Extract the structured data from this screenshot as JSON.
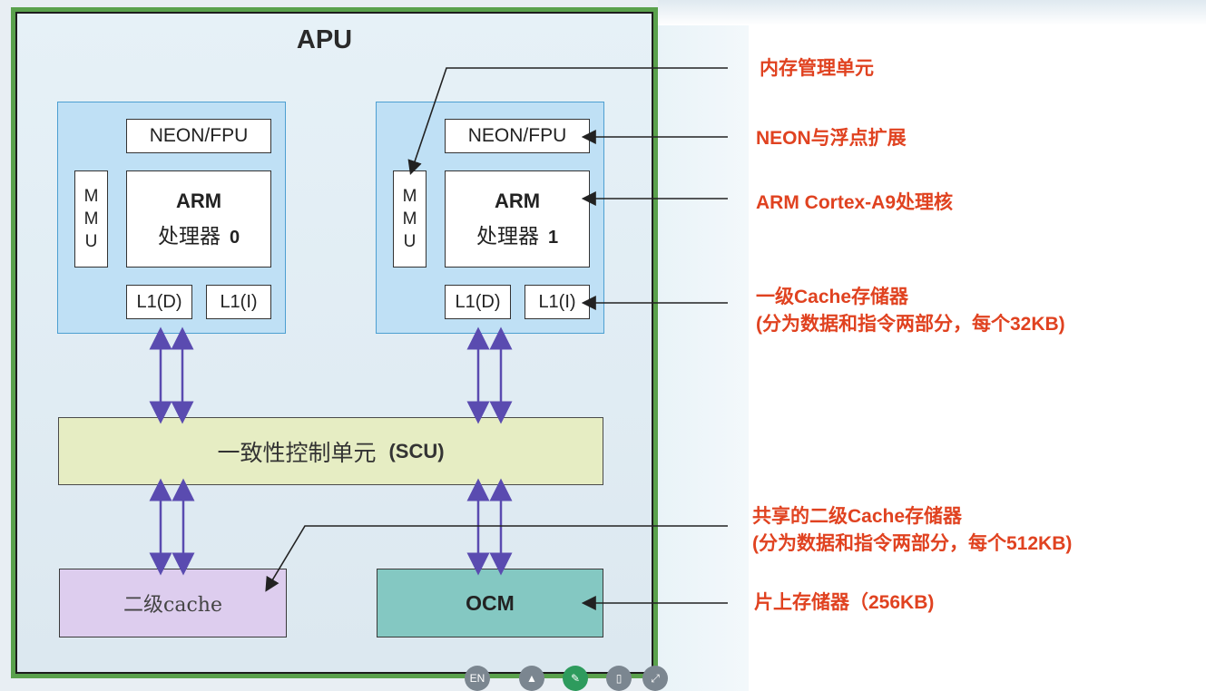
{
  "diagram": {
    "title": "APU",
    "cpu0": {
      "neon": "NEON/FPU",
      "mmu": [
        "M",
        "M",
        "U"
      ],
      "arm_top": "ARM",
      "arm_bottom": "处理器",
      "arm_index": "0",
      "l1d": "L1(D)",
      "l1i": "L1(I)"
    },
    "cpu1": {
      "neon": "NEON/FPU",
      "mmu": [
        "M",
        "M",
        "U"
      ],
      "arm_top": "ARM",
      "arm_bottom": "处理器",
      "arm_index": "1",
      "l1d": "L1(D)",
      "l1i": "L1(I)"
    },
    "scu": {
      "label": "一致性控制单元",
      "abbr": "(SCU)"
    },
    "l2": {
      "label": "二级cache"
    },
    "ocm": {
      "label": "OCM"
    }
  },
  "annotations": {
    "mmu": "内存管理单元",
    "neon": "NEON与浮点扩展",
    "arm": "ARM Cortex-A9处理核",
    "l1_line1": "一级Cache存储器",
    "l1_line2": "(分为数据和指令两部分，每个32KB)",
    "l2_line1": "共享的二级Cache存储器",
    "l2_line2": "(分为数据和指令两部分，每个512KB)",
    "ocm": "片上存储器（256KB)"
  },
  "colors": {
    "annotation": "#e04220",
    "frame": "#5aa14c",
    "cpu_fill": "#bfe0f5",
    "scu_fill": "#e6edc3",
    "l2_fill": "#ddcdee",
    "ocm_fill": "#84c8c2",
    "bus_arrow": "#5a4bb0"
  },
  "toolbar": {
    "icons": [
      "keyboard-icon",
      "pointer-icon",
      "pen-icon",
      "eraser-icon",
      "expand-icon"
    ],
    "lang": "EN"
  }
}
